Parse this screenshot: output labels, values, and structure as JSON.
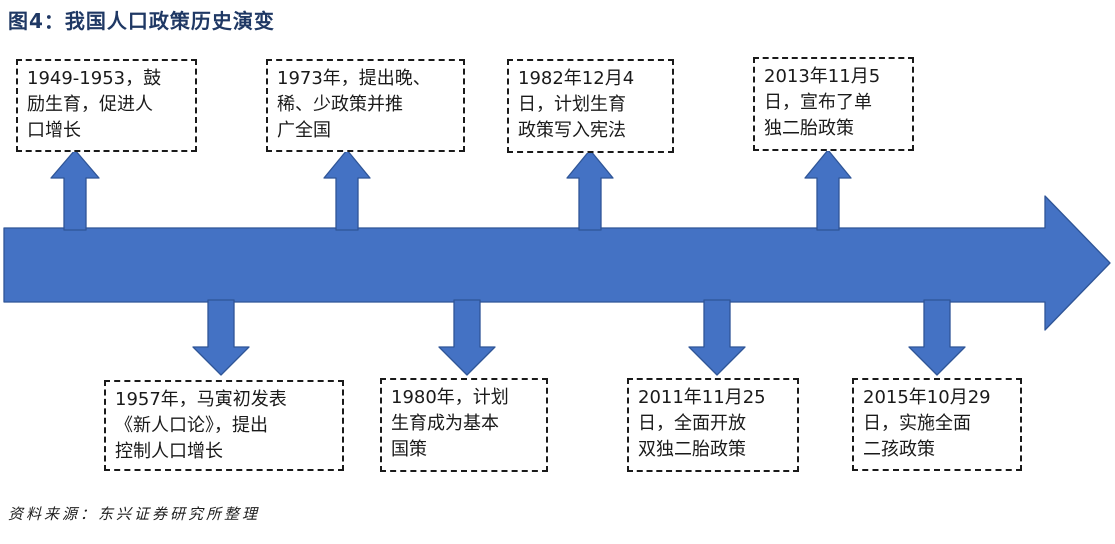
{
  "figure": {
    "title": "图4：我国人口政策历史演变",
    "source": "资料来源：东兴证券研究所整理"
  },
  "colors": {
    "title": "#1F3864",
    "arrow_fill": "#4472C4",
    "arrow_stroke": "#2F5597",
    "box_border": "#1a1a1a"
  },
  "timeline": {
    "direction": "left-to-right",
    "events_above": [
      {
        "text": "1949-1953，鼓\n励生育，促进人\n口增长"
      },
      {
        "text": "1973年，提出晚、\n稀、少政策并推\n广全国"
      },
      {
        "text": "1982年12月4\n日，计划生育\n政策写入宪法"
      },
      {
        "text": "2013年11月5\n日，宣布了单\n独二胎政策"
      }
    ],
    "events_below": [
      {
        "text": "1957年，马寅初发表\n《新人口论》，提出\n控制人口增长"
      },
      {
        "text": "1980年，计划\n生育成为基本\n国策"
      },
      {
        "text": "2011年11月25\n日，全面开放\n双独二胎政策"
      },
      {
        "text": "2015年10月29\n日，实施全面\n二孩政策"
      }
    ]
  }
}
